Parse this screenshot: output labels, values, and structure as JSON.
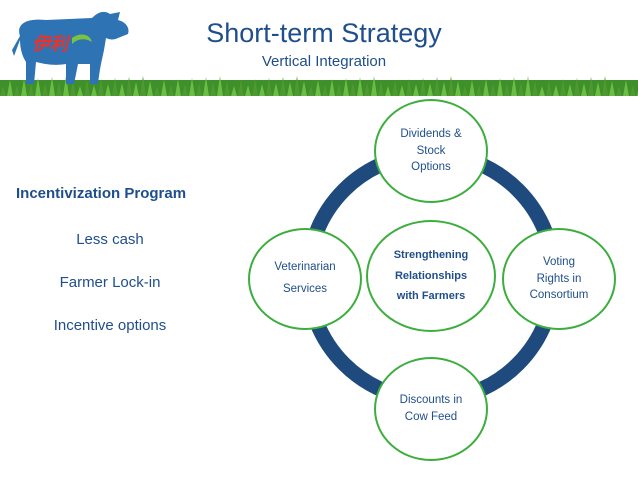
{
  "header": {
    "title": "Short-term Strategy",
    "subtitle": "Vertical Integration",
    "logo_text": "伊利"
  },
  "left_panel": {
    "heading": "Incentivization Program",
    "items": [
      "Less cash",
      "Farmer Lock-in",
      "Incentive options"
    ]
  },
  "diagram": {
    "center": [
      "Strengthening",
      "Relationships",
      "with Farmers"
    ],
    "nodes": {
      "top": [
        "Dividends &",
        "Stock",
        "Options"
      ],
      "right": [
        "Voting",
        "Rights in",
        "Consortium"
      ],
      "bottom": [
        "Discounts in",
        "Cow Feed"
      ],
      "left": [
        "Veterinarian",
        "Services"
      ]
    }
  },
  "colors": {
    "title": "#1f4e8c",
    "ring": "#1f4a7e",
    "node_border": "#3dae3d",
    "cow": "#2e74b5",
    "grass": "#5aa83a"
  }
}
